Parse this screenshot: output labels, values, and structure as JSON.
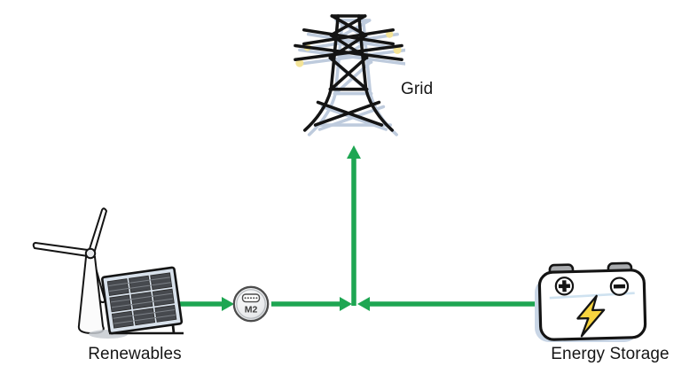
{
  "diagram": {
    "type": "energy-flow",
    "nodes": {
      "grid": {
        "label": "Grid",
        "icon": "transmission-tower-icon"
      },
      "renewables": {
        "label": "Renewables",
        "icon": "wind-turbine-solar-panel-icon"
      },
      "meter": {
        "label": "M2",
        "icon": "power-meter-icon"
      },
      "storage": {
        "label": "Energy Storage",
        "icon": "battery-icon"
      }
    },
    "edges": [
      {
        "from": "renewables",
        "to": "meter",
        "direction": "right"
      },
      {
        "from": "meter",
        "to": "junction",
        "direction": "right"
      },
      {
        "from": "storage",
        "to": "junction",
        "direction": "left"
      },
      {
        "from": "junction",
        "to": "grid",
        "direction": "up"
      }
    ]
  },
  "colors": {
    "arrow": "#1EA652",
    "outline": "#141414",
    "shadow_blue": "#BECBDD",
    "insulator_yellow": "#F3E397",
    "bolt_yellow": "#F7D43F",
    "panel_frame": "#D8E1EB",
    "panel_cell": "#46494E",
    "terminal_gray": "#A9ABAE"
  }
}
